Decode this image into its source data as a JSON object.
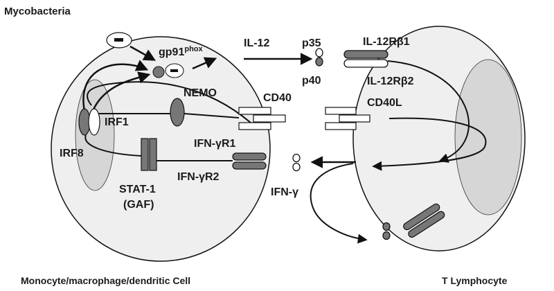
{
  "colors": {
    "cell_fill": "#efefef",
    "nucleus_fill": "#d6d6d6",
    "receptor_dark": "#777777",
    "receptor_light": "#ffffff",
    "stroke": "#111111"
  },
  "labels": {
    "mycobacteria": "Mycobacteria",
    "gp91": "gp91",
    "gp91_sup": "phox",
    "il12": "IL-12",
    "p35": "p35",
    "p40": "p40",
    "il12rb1": "IL-12Rβ1",
    "il12rb2": "IL-12Rβ2",
    "nemo": "NEMO",
    "cd40": "CD40",
    "cd40l": "CD40L",
    "irf1": "IRF1",
    "irf8": "IRF8",
    "ifngr1": "IFN-γR1",
    "ifngr2": "IFN-γR2",
    "ifng": "IFN-γ",
    "stat1": "STAT-1",
    "gaf": "(GAF)",
    "left_cell": "Monocyte/macrophage/dendritic Cell",
    "right_cell": "T Lymphocyte",
    "minus": "−"
  },
  "icons": [
    "minus-sign-icon",
    "ligand-dimer-icon",
    "receptor-icon"
  ]
}
